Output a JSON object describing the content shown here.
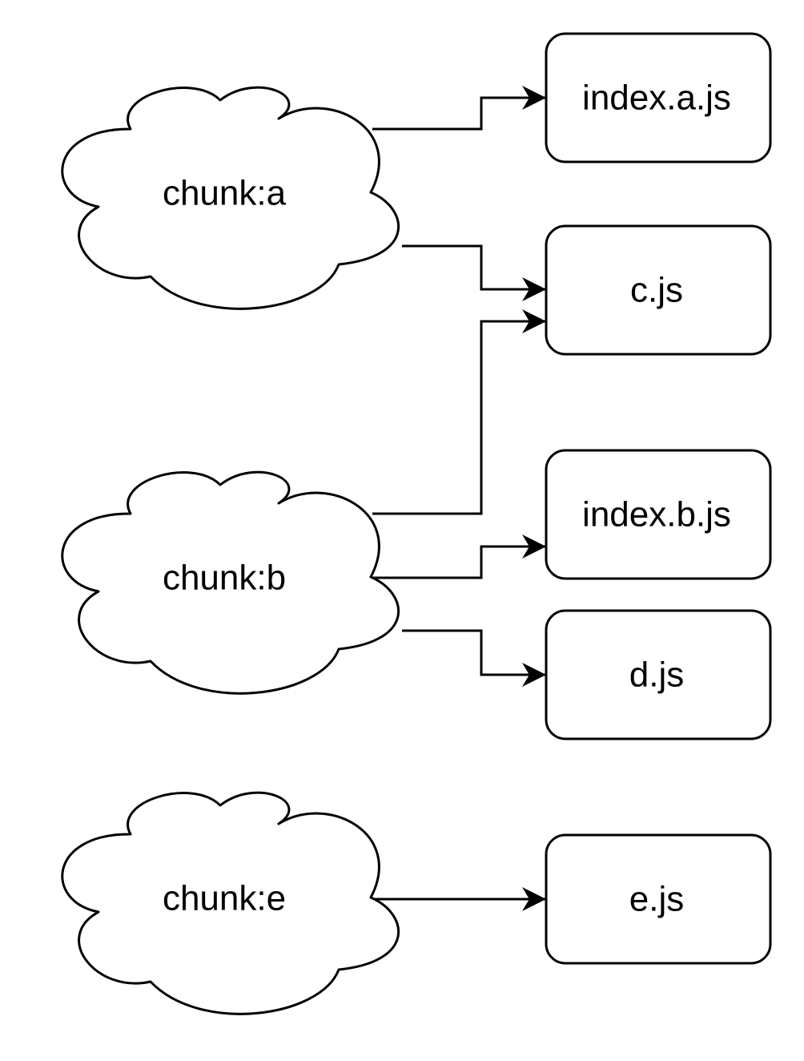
{
  "chunks": [
    {
      "id": "a",
      "label": "chunk:a"
    },
    {
      "id": "b",
      "label": "chunk:b"
    },
    {
      "id": "e",
      "label": "chunk:e"
    }
  ],
  "files": [
    {
      "id": "index_a",
      "label": "index.a.js"
    },
    {
      "id": "c",
      "label": "c.js"
    },
    {
      "id": "index_b",
      "label": "index.b.js"
    },
    {
      "id": "d",
      "label": "d.js"
    },
    {
      "id": "e",
      "label": "e.js"
    }
  ],
  "edges": [
    {
      "from": "a",
      "to": "index_a"
    },
    {
      "from": "a",
      "to": "c"
    },
    {
      "from": "b",
      "to": "c"
    },
    {
      "from": "b",
      "to": "index_b"
    },
    {
      "from": "b",
      "to": "d"
    },
    {
      "from": "e",
      "to": "e"
    }
  ],
  "colors": {
    "stroke": "#000000",
    "fill": "#ffffff",
    "text": "#000000"
  }
}
